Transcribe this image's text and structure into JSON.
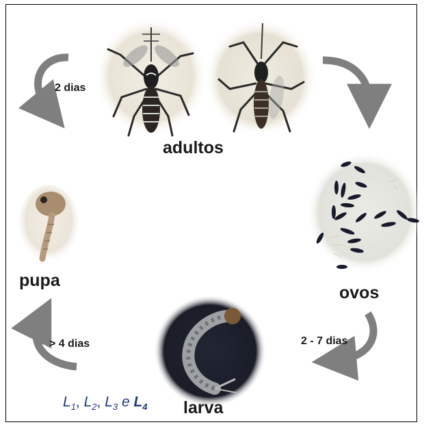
{
  "stages": {
    "adults": "adultos",
    "eggs": "ovos",
    "larva": "larva",
    "pupa": "pupa"
  },
  "durations": {
    "adults": "2 dias",
    "eggs": "2 - 7 dias",
    "larva": "> 4 dias"
  },
  "instars": {
    "l1": "L",
    "l1_sub": "1",
    "sep1": ", ",
    "l2": "L",
    "l2_sub": "2",
    "sep2": ", ",
    "l3": "L",
    "l3_sub": "3",
    "conj": " e ",
    "l4": "L",
    "l4_sub": "4"
  },
  "colors": {
    "arrow": "#7f7f7f",
    "instar_text": "#1f3a77",
    "label": "#1a1a1a"
  }
}
